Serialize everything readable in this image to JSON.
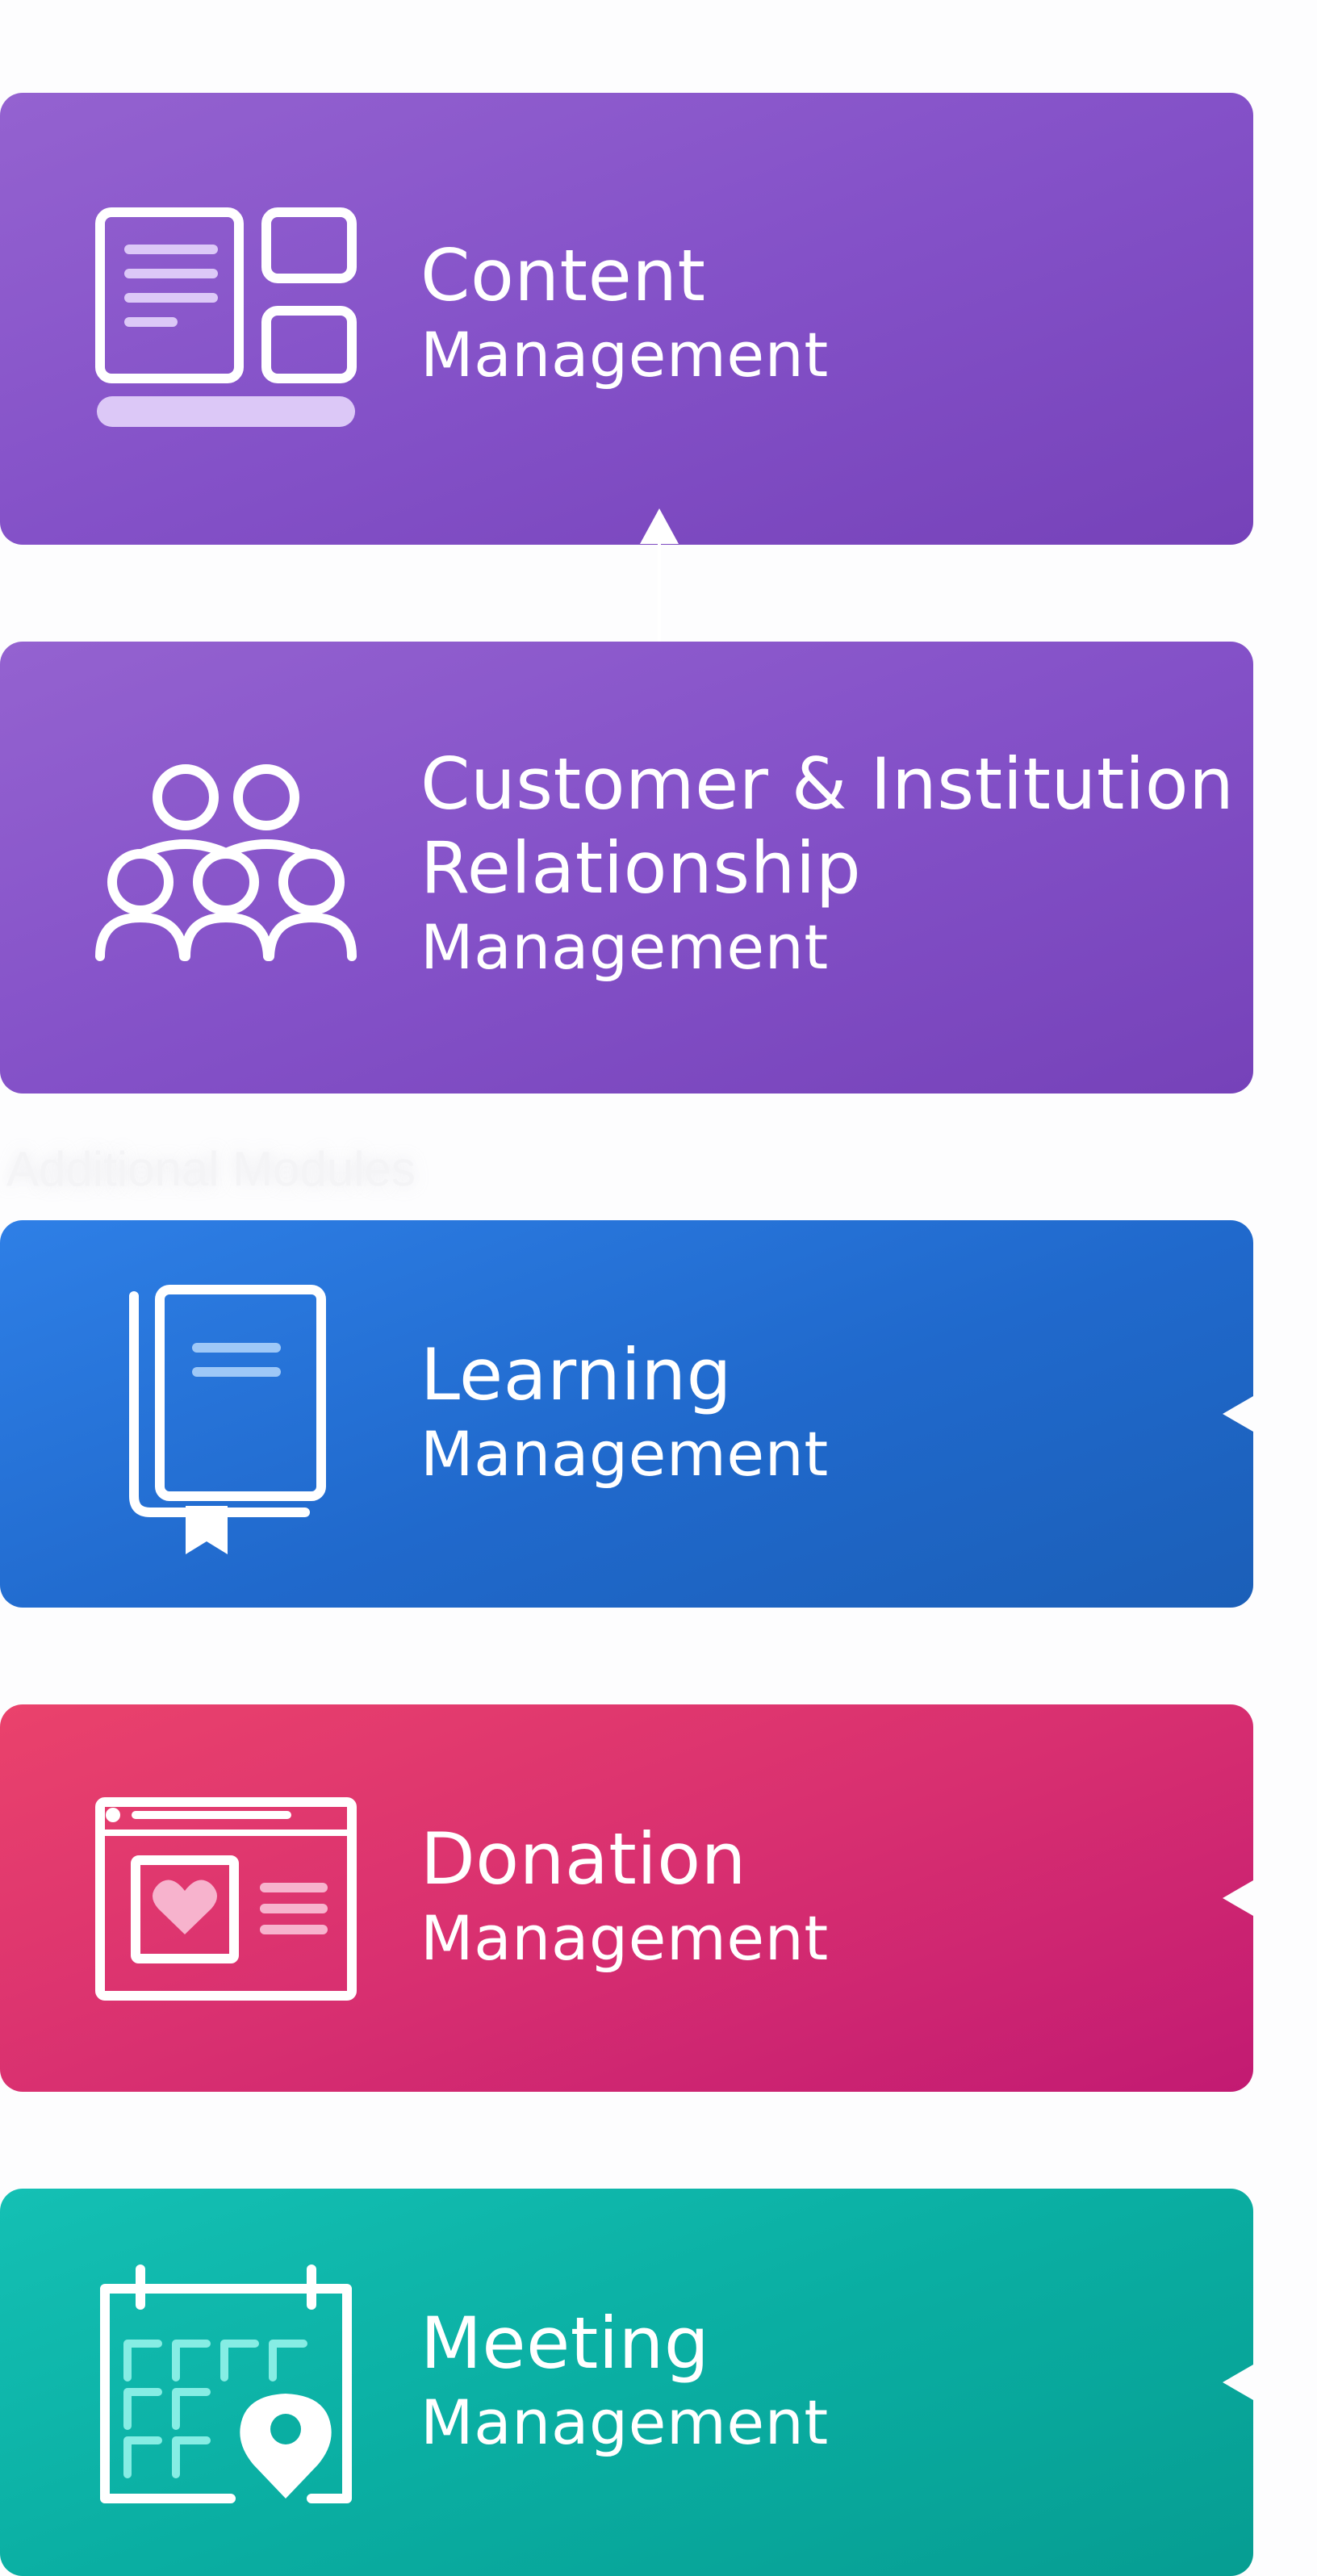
{
  "section_label": "Additional Modules",
  "modules": [
    {
      "title": "Content",
      "subtitle": "Management",
      "icon": "content-layout-icon"
    },
    {
      "title_line1": "Customer & Institution",
      "title_line2": "Relationship",
      "subtitle": "Management",
      "icon": "people-group-icon"
    },
    {
      "title": "Learning",
      "subtitle": "Management",
      "icon": "book-icon"
    },
    {
      "title": "Donation",
      "subtitle": "Management",
      "icon": "donation-webpage-icon"
    },
    {
      "title": "Meeting",
      "subtitle": "Management",
      "icon": "calendar-location-icon"
    }
  ],
  "colors": {
    "purple": "#8451c8",
    "blue": "#2069cc",
    "pink": "#d82f70",
    "teal": "#0aaea2",
    "icon_accent_purple": "#dcc8f7",
    "icon_accent_blue": "#9ec8f7",
    "icon_accent_pink": "#f7b3cd",
    "icon_accent_teal": "#86ede4"
  }
}
